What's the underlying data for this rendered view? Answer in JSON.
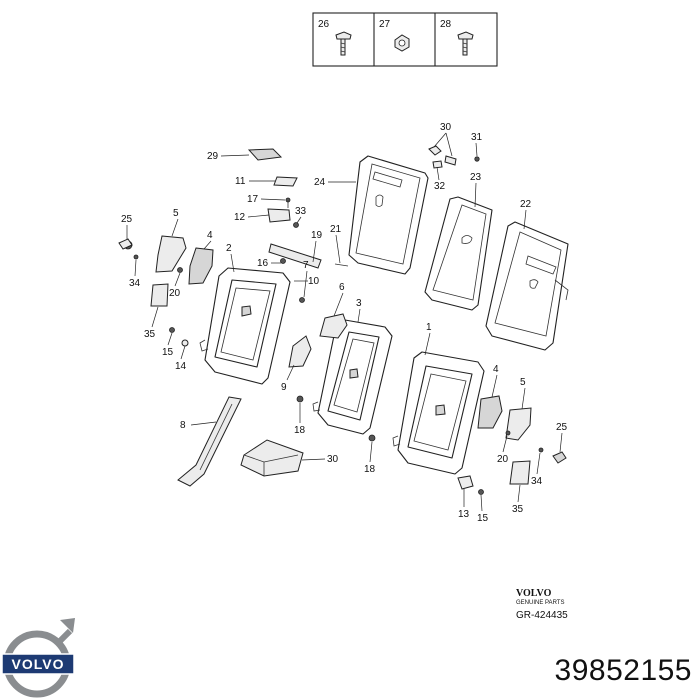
{
  "fastener_table": {
    "columns": [
      {
        "number": "26",
        "icon": "bolt-icon"
      },
      {
        "number": "27",
        "icon": "nut-icon"
      },
      {
        "number": "28",
        "icon": "bolt-icon"
      }
    ]
  },
  "callouts": {
    "c1": "1",
    "c2": "2",
    "c3": "3",
    "c4a": "4",
    "c4b": "4",
    "c5a": "5",
    "c5b": "5",
    "c6": "6",
    "c7": "7",
    "c8": "8",
    "c9": "9",
    "c10": "10",
    "c11": "11",
    "c12": "12",
    "c13": "13",
    "c14": "14",
    "c15a": "15",
    "c15b": "15",
    "c16": "16",
    "c17": "17",
    "c18a": "18",
    "c18b": "18",
    "c19": "19",
    "c20a": "20",
    "c20b": "20",
    "c21": "21",
    "c22": "22",
    "c23": "23",
    "c24": "24",
    "c25a": "25",
    "c25b": "25",
    "c29": "29",
    "c30a": "30",
    "c30b": "30",
    "c31": "31",
    "c32": "32",
    "c33": "33",
    "c34a": "34",
    "c34b": "34",
    "c35a": "35",
    "c35b": "35"
  },
  "stamp": {
    "brand": "VOLVO",
    "sub": "GENUINE PARTS",
    "code": "GR-424435"
  },
  "logo": {
    "text": "VOLVO"
  },
  "part_number": "39852155"
}
